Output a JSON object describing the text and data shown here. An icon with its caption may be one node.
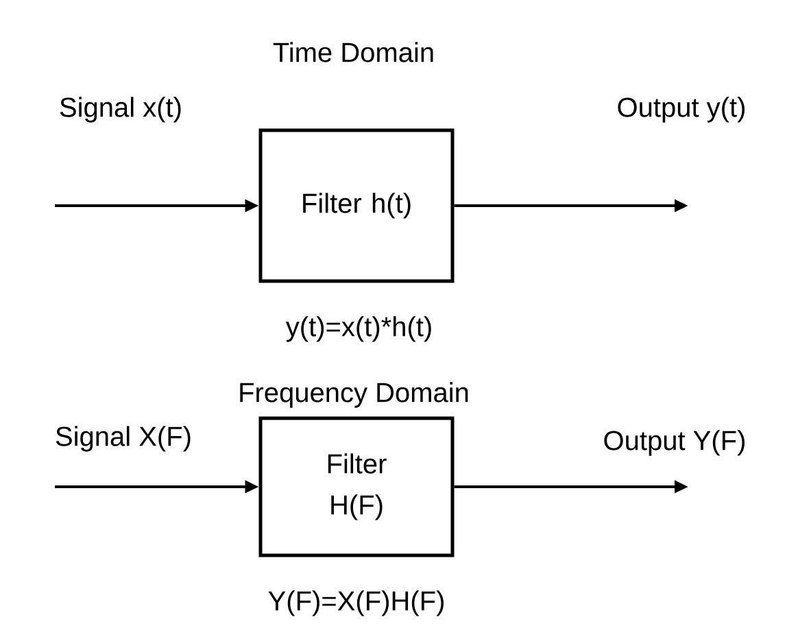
{
  "diagram": {
    "nodes": [
      {
        "text": [
          "Filter h(t)"
        ]
      },
      {
        "text": [
          "Filter H(F)"
        ]
      }
    ],
    "edges": [
      {
        "from": null,
        "to": 0,
        "arrow": "to",
        "label": "Signal x(t)"
      },
      {
        "from": 0,
        "to": null,
        "arrow": "to",
        "label": "Output y(t)"
      },
      {
        "from": null,
        "to": 1,
        "arrow": "to",
        "label": "Signal X(F)"
      },
      {
        "from": 1,
        "to": null,
        "arrow": "to",
        "label": "Output Y(F)"
      }
    ],
    "labels": [
      "Time Domain",
      "y(t)=x(t)*h(t)",
      "Frequency Domain",
      "Y(F)=X(F)H(F)"
    ]
  }
}
